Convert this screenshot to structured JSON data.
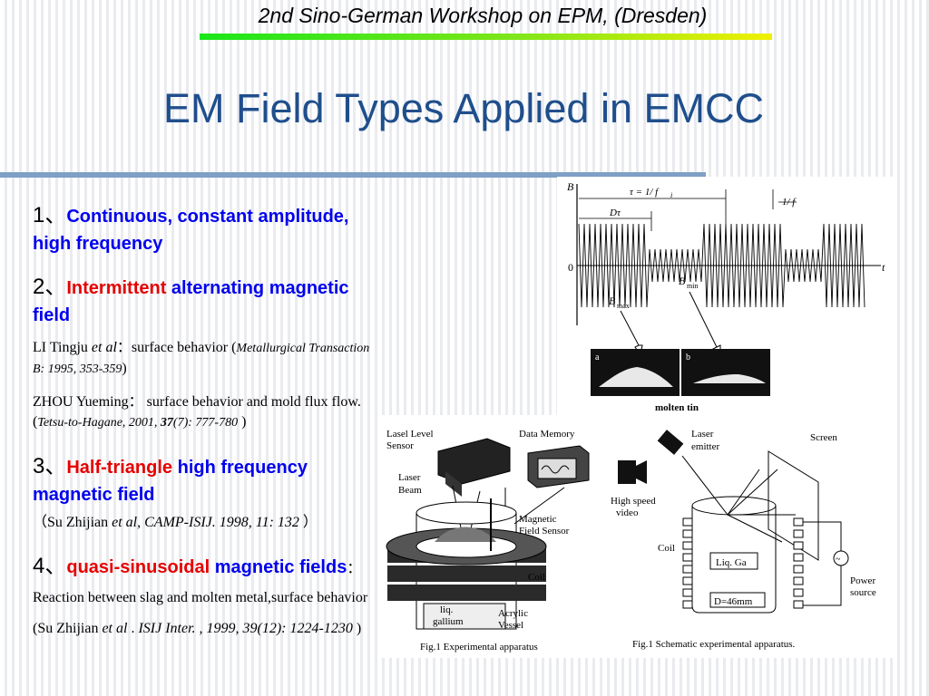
{
  "header": {
    "workshop": "2nd Sino-German Workshop on EPM, (Dresden)"
  },
  "title": "EM Field Types Applied in EMCC",
  "items": [
    {
      "num": "1、",
      "text": "Continuous, constant amplitude, high frequency"
    },
    {
      "num": "2、",
      "red": "Intermittent",
      "blue": " alternating magnetic field"
    },
    {
      "num": "3、",
      "red": "Half-triangle",
      "blue": " high frequency magnetic field"
    },
    {
      "num": "4、",
      "red": "quasi-sinusoidal",
      "blue": " magnetic fields"
    }
  ],
  "refs": {
    "li_author": "LI Tingju ",
    "li_etal": "et al",
    "li_desc": "：surface behavior (",
    "li_journal": "Metallurgical Transaction B: 1995, 353-359",
    "li_close": ")",
    "zhou_desc": "ZHOU Yueming： surface behavior  and mold flux flow.(",
    "zhou_journal_a": "Tetsu-to-Hagane, 2001, ",
    "zhou_vol": "37",
    "zhou_journal_b": "(7): 777-780",
    "zhou_close": " )",
    "su1_open": "（Su Zhijian ",
    "su1_etal": "et al",
    "su1_comma": ", ",
    "su1_journal": "CAMP-ISIJ. 1998, 11: 132",
    "su1_close": " ）",
    "item4_colon": "：",
    "item4_desc": "Reaction between slag and molten metal,surface behavior  (Su Zhijian ",
    "item4_etal": "et al",
    "item4_dot": " . ",
    "item4_journal": "ISIJ Inter. , 1999, 39(12): 1224-1230",
    "item4_close": "  )"
  },
  "figure_top": {
    "axis_b": "B",
    "tau_label": "τ = 1/ f",
    "tau_sub": "i",
    "one_over_f": "1/ f",
    "d_tau": "Dτ",
    "zero": "0",
    "axis_t": "t",
    "bmax": "B",
    "bmax_sub": "max",
    "bmin": "B",
    "bmin_sub": "min",
    "photo_a": "a",
    "photo_b": "b",
    "caption": "molten tin"
  },
  "figure_bottom": {
    "left": {
      "lasel_level": "Lasel Level",
      "sensor": "Sensor",
      "data_memory": "Data Memory",
      "laser": "Laser",
      "beam": "Beam",
      "magnetic": "Magnetic",
      "field_sensor": "Field Sensor",
      "coil": "Coil",
      "liq": "liq.",
      "gallium": "gallium",
      "acrylic": "Acrylic",
      "vessel": "Vessel",
      "caption": "Fig.1 Experimental apparatus"
    },
    "right": {
      "laser": "Laser",
      "emitter": "emitter",
      "screen": "Screen",
      "high_speed": "High speed",
      "video": "video",
      "coil": "Coil",
      "liq_ga": "Liq. Ga",
      "d": "D=46mm",
      "power": "Power",
      "source": "source",
      "caption": "Fig.1 Schematic experimental apparatus."
    }
  }
}
